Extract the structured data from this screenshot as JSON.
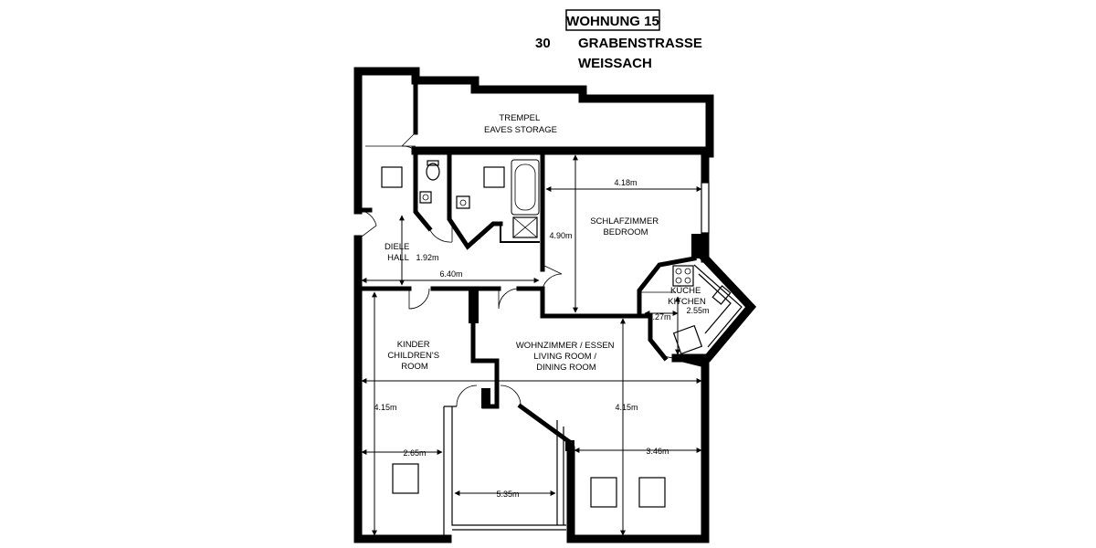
{
  "header": {
    "unit_title": "WOHNUNG 15",
    "house_number": "30",
    "street": "GRABENSTRASSE",
    "town": "WEISSACH"
  },
  "rooms": {
    "eaves": [
      "TREMPEL",
      "EAVES STORAGE"
    ],
    "bedroom": [
      "SCHLAFZIMMER",
      "BEDROOM"
    ],
    "hall": [
      "DIELE",
      "HALL"
    ],
    "kitchen": [
      "KÜCHE",
      "KITCHEN"
    ],
    "children": [
      "KINDER",
      "CHILDREN'S",
      "ROOM"
    ],
    "living": [
      "WOHNZIMMER / ESSEN",
      "LIVING ROOM /",
      "DINING ROOM"
    ]
  },
  "dimensions": {
    "bedroom_width": "4.18m",
    "bedroom_depth": "4.90m",
    "hall_depth": "1.92m",
    "hall_width": "6.40m",
    "kitchen_a": "2.27m",
    "kitchen_b": "2.55m",
    "children_depth": "4.15m",
    "children_width": "2.65m",
    "living_depth": "4.15m",
    "living_width": "3.46m",
    "balcony_width": "5.35m"
  }
}
